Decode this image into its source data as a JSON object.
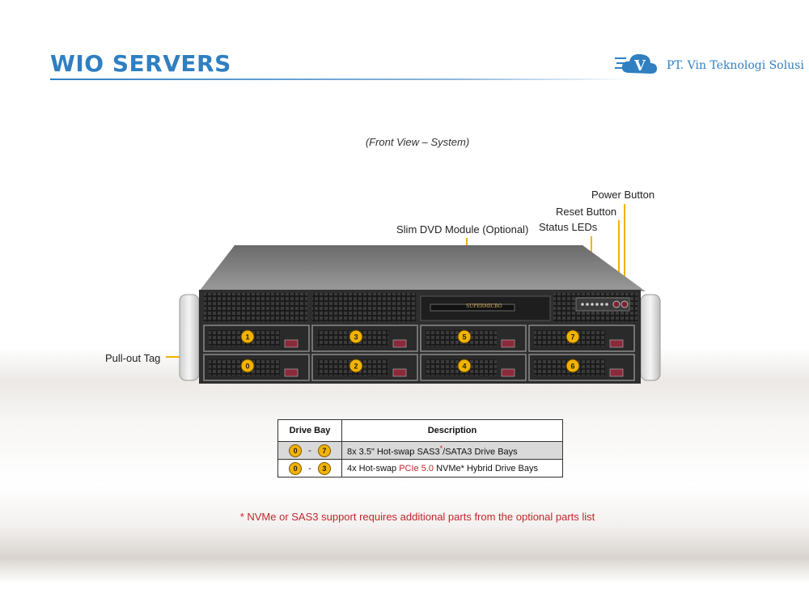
{
  "header": {
    "title": "WIO SERVERS",
    "company": "PT. Vin Teknologi Solusi",
    "logo_letter": "V"
  },
  "diagram": {
    "caption": "(Front View – System)",
    "brand_plate": "SUPERMICRO",
    "callouts": {
      "power_button": "Power Button",
      "reset_button": "Reset Button",
      "status_leds": "Status LEDs",
      "slim_dvd": "Slim DVD Module (Optional)",
      "pull_out_tag": "Pull-out Tag"
    },
    "bays_top": [
      "1",
      "3",
      "5",
      "7"
    ],
    "bays_bottom": [
      "0",
      "2",
      "4",
      "6"
    ]
  },
  "table": {
    "headers": [
      "Drive Bay",
      "Description"
    ],
    "rows": [
      {
        "from": "0",
        "to": "7",
        "dash": "-",
        "desc_a": "8x 3.5\" Hot-swap  SAS3",
        "desc_star": "*",
        "desc_b": "/SATA3 Drive  Bays"
      },
      {
        "from": "0",
        "to": "3",
        "dash": "-",
        "desc_a": "4x Hot-swap ",
        "desc_red": "PCIe  5.0",
        "desc_b": " NVMe* Hybrid Drive Bays"
      }
    ]
  },
  "footnote": "* NVMe or SAS3 support requires additional parts from the optional parts list",
  "colors": {
    "title_blue": "#2f7fc1",
    "badge_yellow": "#f2b300",
    "footnote_red": "#c0262c",
    "chassis_dark": "#2e2e2e"
  }
}
